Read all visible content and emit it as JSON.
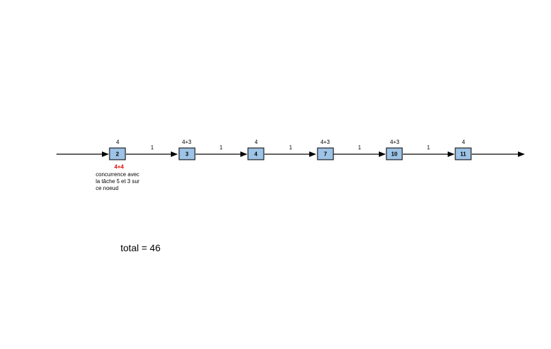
{
  "nodes": [
    {
      "id": "2",
      "cost": "4"
    },
    {
      "id": "3",
      "cost": "4+3"
    },
    {
      "id": "4",
      "cost": "4"
    },
    {
      "id": "7",
      "cost": "4+3"
    },
    {
      "id": "10",
      "cost": "4+3"
    },
    {
      "id": "11",
      "cost": "4"
    }
  ],
  "edges": [
    "1",
    "1",
    "1",
    "1",
    "1"
  ],
  "note": {
    "highlight": "4+4",
    "lines": [
      "concurrence avec",
      "la tâche 5 et 3 sur",
      "ce noeud"
    ]
  },
  "total": "total = 46",
  "colors": {
    "node_fill": "#9dc3e6",
    "note_highlight": "#e00000",
    "line": "#000000"
  }
}
